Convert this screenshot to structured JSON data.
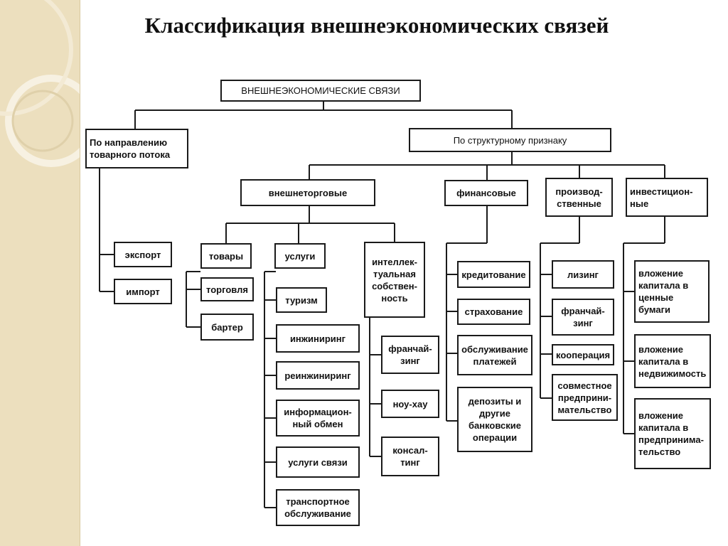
{
  "title": "Классификация внешнеэкономических связей",
  "diagram": {
    "root": "ВНЕШНЕЭКОНОМИЧЕСКИЕ СВЯЗИ",
    "by_direction": "По направлению\nтоварного потока",
    "by_structure": "По структурному признаку",
    "export": "экспорт",
    "import": "импорт",
    "foreign_trade": "внешнеторговые",
    "financial": "финансовые",
    "production": "производ-\nственные",
    "investment": "инвестицион-\nные",
    "goods": "товары",
    "services": "услуги",
    "intellectual_property": "интеллек-\nтуальная\nсобствен-\nность",
    "trade": "торговля",
    "barter": "бартер",
    "tourism": "туризм",
    "engineering": "инжиниринг",
    "reengineering": "реинжиниринг",
    "info_exchange": "информацион-\nный обмен",
    "communication_services": "услуги связи",
    "transport_services": "транспортное\nобслуживание",
    "franchising_ip": "франчай-\nзинг",
    "know_how": "ноу-хау",
    "consulting": "консал-\nтинг",
    "crediting": "кредитование",
    "insurance": "страхование",
    "payment_services": "обслуживание\nплатежей",
    "deposits": "депозиты и\nдругие\nбанковские\nоперации",
    "leasing": "лизинг",
    "franchising_prod": "франчай-\nзинг",
    "cooperation": "кооперация",
    "joint_venture": "совместное\nпредприни-\nмательство",
    "inv_securities": "вложение\nкапитала в\nценные\nбумаги",
    "inv_real_estate": "вложение\nкапитала в\nнедвижимость",
    "inv_business": "вложение\nкапитала в\nпредпринима-\nтельство"
  }
}
